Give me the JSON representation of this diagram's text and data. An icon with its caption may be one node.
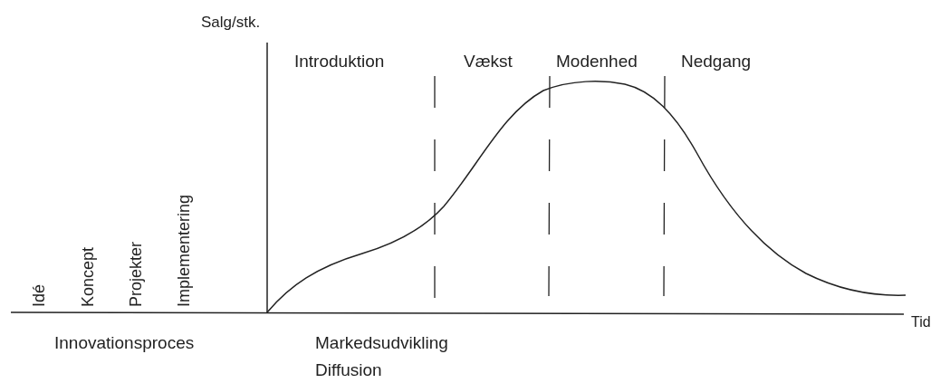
{
  "diagram": {
    "labels": [
      "Salg/stk.",
      "Introduktion",
      "Vækst",
      "Modenhed",
      "Nedgang",
      "Idé",
      "Koncept",
      "Projekter",
      "Implementering",
      "Tid",
      "Innovationsproces",
      "Markedsudvikling",
      "Diffusion"
    ]
  }
}
